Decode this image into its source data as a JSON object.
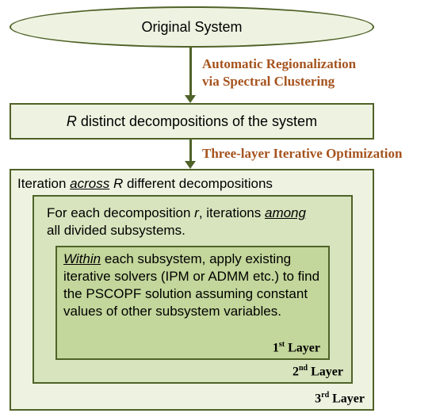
{
  "original_system": "Original System",
  "edge1": {
    "line1": "Automatic Regionalization",
    "line2": "via Spectral Clustering"
  },
  "decompositions": {
    "var": "R",
    "text": " distinct decompositions of the system"
  },
  "edge2": {
    "label": "Three-layer Iterative Optimization"
  },
  "layer3": {
    "text_a": "Iteration ",
    "emph": "across",
    "var": " R",
    "text_b": " different decompositions",
    "label_num": "3",
    "label_sup": "rd",
    "label_word": " Layer"
  },
  "layer2": {
    "text_a": "For each decomposition ",
    "var": "r",
    "text_b": ", iterations ",
    "emph": "among",
    "text_c": "all divided subsystems.",
    "label_num": "2",
    "label_sup": "nd",
    "label_word": " Layer"
  },
  "layer1": {
    "emph": "Within",
    "text_a": " each subsystem, apply existing iterative solvers (IPM or ADMM etc.) to find the PSCOPF solution assuming constant values of other subsystem variables.",
    "label_num": "1",
    "label_sup": "st",
    "label_word": " Layer"
  }
}
